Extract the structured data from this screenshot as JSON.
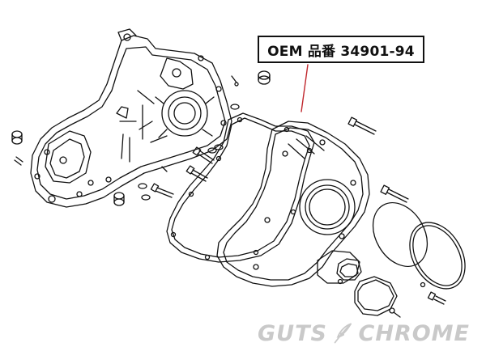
{
  "callout": {
    "label": "OEM 品番 34901-94"
  },
  "watermark": {
    "left_word": "GUTS",
    "right_word": "CHROME",
    "emblem": "feather-icon"
  },
  "colors": {
    "line": "#111111",
    "watermark": "#c9c9c9",
    "background": "#ffffff"
  }
}
